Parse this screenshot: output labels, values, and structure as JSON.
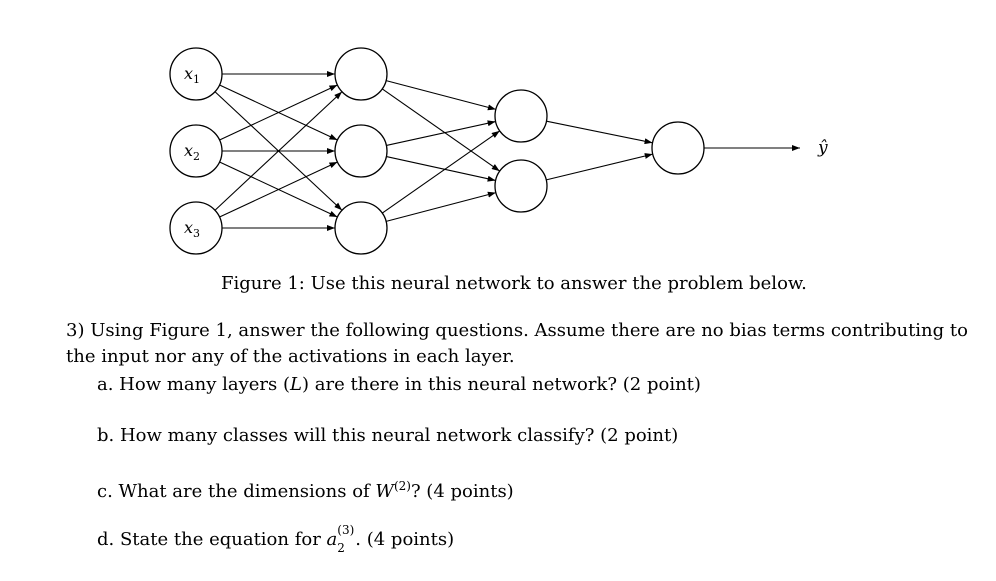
{
  "diagram": {
    "inputs": [
      {
        "name": "x",
        "sub": "1"
      },
      {
        "name": "x",
        "sub": "2"
      },
      {
        "name": "x",
        "sub": "3"
      }
    ],
    "output_label": "ŷ"
  },
  "caption": "Figure 1: Use this neural network to answer the problem below.",
  "problem": {
    "intro": "3) Using Figure 1, answer the following questions. Assume there are no bias terms contributing to the input nor any of the activations in each layer.",
    "a": {
      "pre": "a. How many layers (",
      "var": "L",
      "post": ") are there in this neural network? (2 point)"
    },
    "b": {
      "text": "b. How many classes will this neural network classify? (2 point)"
    },
    "c": {
      "pre": "c. What are the dimensions of ",
      "var": "W",
      "sup": "(2)",
      "post": "? (4 points)"
    },
    "d": {
      "pre": "d. State the equation for ",
      "var": "a",
      "sup": "(3)",
      "sub": "2",
      "post": ". (4 points)"
    }
  }
}
